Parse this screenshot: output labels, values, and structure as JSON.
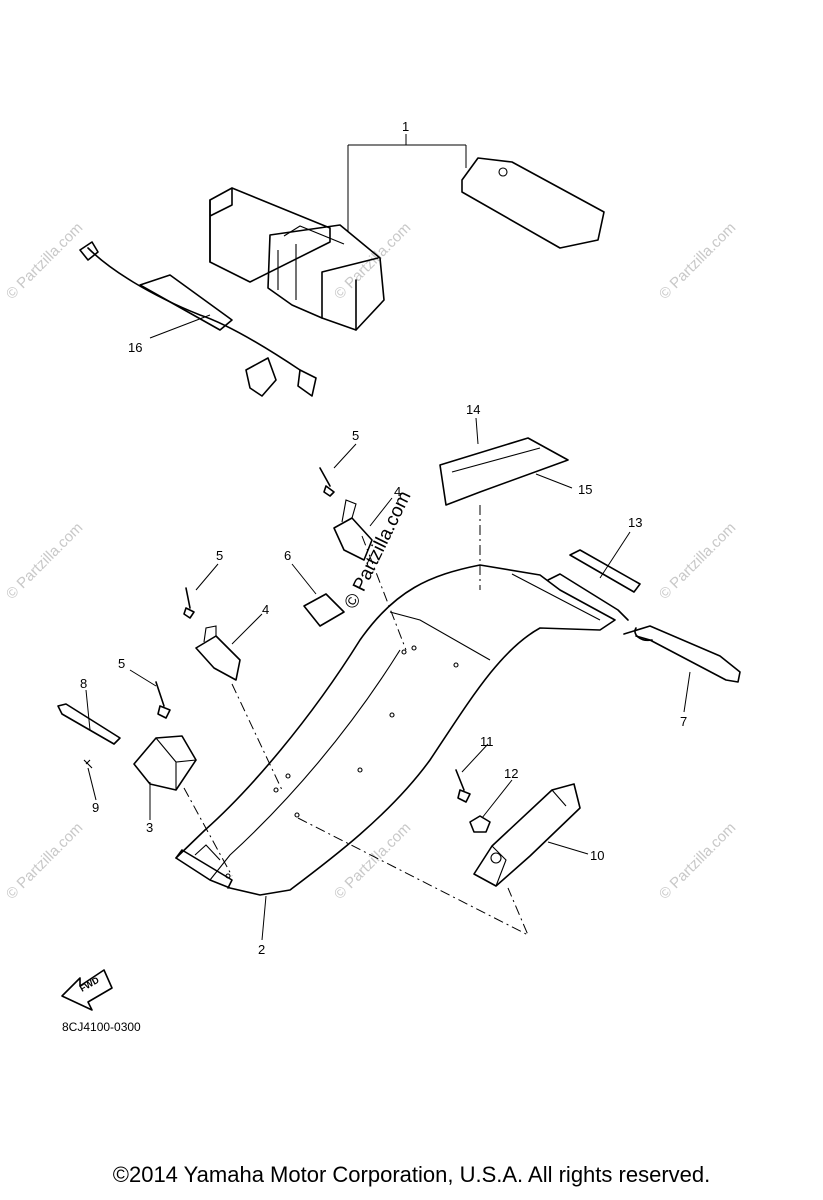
{
  "diagram": {
    "callouts": [
      "1",
      "2",
      "3",
      "4",
      "4",
      "5",
      "5",
      "5",
      "6",
      "7",
      "8",
      "9",
      "10",
      "11",
      "12",
      "13",
      "14",
      "15",
      "16"
    ],
    "watermark": "© Partzilla.com",
    "fwd_label": "FWD",
    "diagram_code": "8CJ4100-0300"
  },
  "footer": {
    "copyright": "©2014  Yamaha Motor Corporation, U.S.A. All rights reserved."
  }
}
